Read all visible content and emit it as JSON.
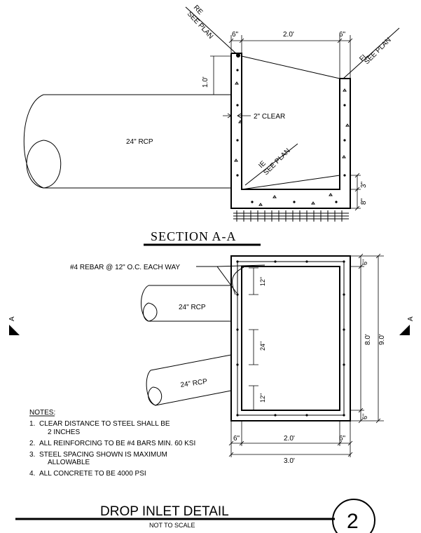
{
  "section_view": {
    "title": "SECTION A-A",
    "pipe_label": "24\" RCP",
    "re_label": [
      "RE",
      "SEE PLAN"
    ],
    "fl_label": [
      "FL",
      "SEE PLAN"
    ],
    "ie_label": [
      "IE",
      "SEE PLAN"
    ],
    "clear_label": "2\" CLEAR",
    "dim_top_left": "6\"",
    "dim_top_mid": "2.0'",
    "dim_top_right": "6\"",
    "dim_drop": "1.0'",
    "dim_floor_top": "3\"",
    "dim_floor_bottom": "8\""
  },
  "plan_view": {
    "rebar_label": "#4 REBAR @ 12\" O.C. EACH WAY",
    "pipe1_label": "24\" RCP",
    "pipe2_label": "24\" RCP",
    "section_marker_letter": "A",
    "dim_spacing_1": "12\"",
    "dim_spacing_2": "24\"",
    "dim_spacing_3": "12\"",
    "dim_right_top": "6\"",
    "dim_inner_height": "8.0'",
    "dim_outer_height": "9.0'",
    "dim_right_bottom": "6\"",
    "dim_bottom_left": "6\"",
    "dim_bottom_mid": "2.0'",
    "dim_bottom_right": "6\"",
    "dim_overall_width": "3.0'"
  },
  "notes": {
    "heading": "NOTES:",
    "items": [
      {
        "num": "1.",
        "lines": [
          "CLEAR DISTANCE TO STEEL SHALL BE",
          "2 INCHES"
        ]
      },
      {
        "num": "2.",
        "lines": [
          "ALL REINFORCING TO BE #4 BARS MIN. 60 KSI"
        ]
      },
      {
        "num": "3.",
        "lines": [
          "STEEL SPACING SHOWN IS MAXIMUM",
          "ALLOWABLE"
        ]
      },
      {
        "num": "4.",
        "lines": [
          "ALL CONCRETE TO BE 4000 PSI"
        ]
      }
    ]
  },
  "title_block": {
    "title": "DROP INLET DETAIL",
    "subtitle": "NOT TO SCALE",
    "detail_number": "2"
  }
}
